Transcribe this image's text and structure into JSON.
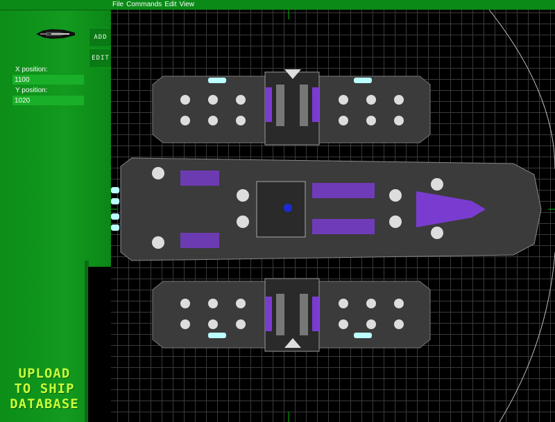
{
  "menubar": {
    "items": [
      "File",
      "Commands",
      "Edit",
      "View"
    ]
  },
  "sidebar": {
    "tabs": {
      "add": "ADD",
      "edit": "EDIT"
    },
    "x_label": "X position:",
    "x_value": "1100",
    "y_label": "Y position:",
    "y_value": "1020",
    "upload_lines": [
      "UPLOAD",
      "TO SHIP",
      "DATABASE"
    ]
  },
  "colors": {
    "panel_green": "#0c8d18",
    "upload_text": "#c7ff3a",
    "grid": "#3a3a3a",
    "axis": "#00c000",
    "hull": "#3b3b3b",
    "accent_purple": "#7a3cd0"
  },
  "icons": {
    "logo": "ship-silhouette-icon"
  }
}
